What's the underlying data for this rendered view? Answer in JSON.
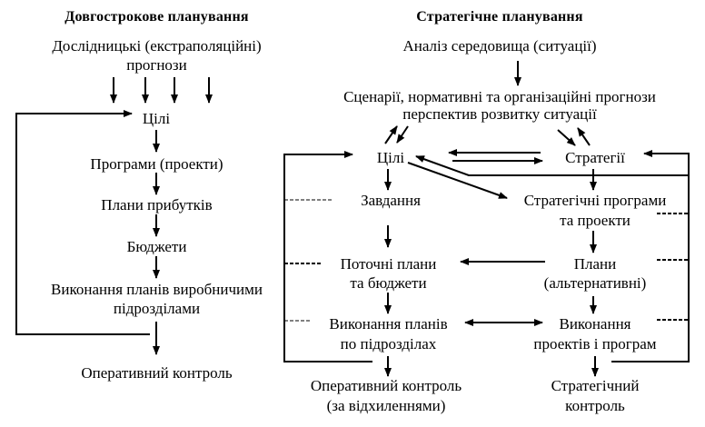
{
  "left_panel": {
    "title": "Довгострокове планування",
    "forecasts_line1": "Дослідницькі (екстраполяційні)",
    "forecasts_line2": "прогнози",
    "goals": "Цілі",
    "programs": "Програми (проекти)",
    "profit_plans": "Плани прибутків",
    "budgets": "Бюджети",
    "execution_line1": "Виконання планів виробничими",
    "execution_line2": "підрозділами",
    "operational_control": "Оперативний контроль"
  },
  "right_panel": {
    "title": "Стратегічне планування",
    "environment_analysis": "Аналіз середовища (ситуації)",
    "scenarios_line1": "Сценарії, нормативні та організаційні прогнози",
    "scenarios_line2": "перспектив розвитку ситуації",
    "goals": "Цілі",
    "strategies": "Стратегії",
    "tasks": "Завдання",
    "strategic_programs_line1": "Стратегічні програми",
    "strategic_programs_line2": "та проекти",
    "current_plans_line1": "Поточні плани",
    "current_plans_line2": "та бюджети",
    "plans_line1": "Плани",
    "plans_line2": "(альтернативні)",
    "unit_execution_line1": "Виконання планів",
    "unit_execution_line2": "по підрозділах",
    "project_execution_line1": "Виконання",
    "project_execution_line2": "проектів і програм",
    "operational_control_line1": "Оперативний контроль",
    "operational_control_line2": "(за відхиленнями)",
    "strategic_control_line1": "Стратегічний",
    "strategic_control_line2": "контроль"
  }
}
